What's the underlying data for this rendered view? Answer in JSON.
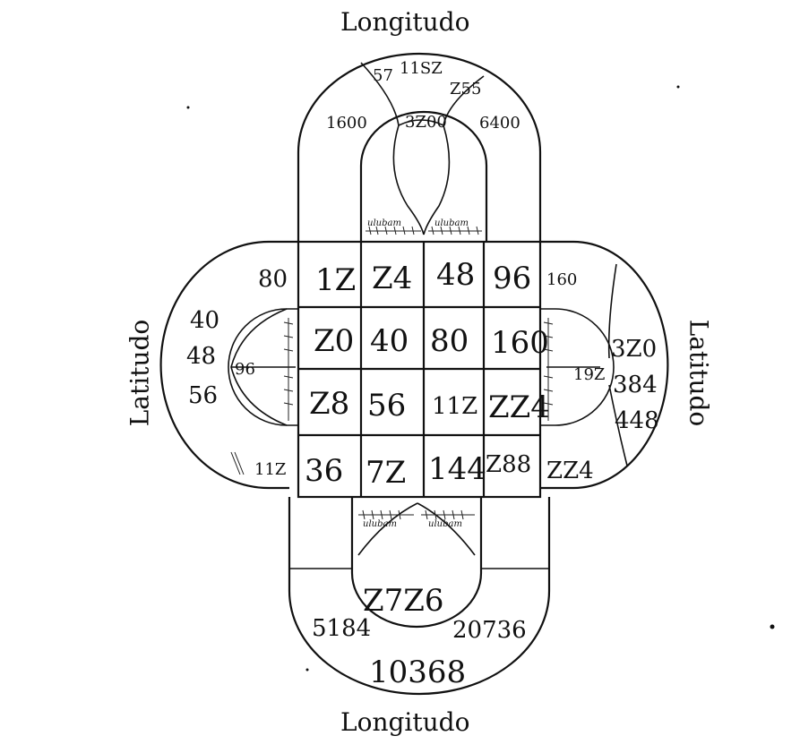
{
  "labels": {
    "top": "Longitudo",
    "bottom": "Longitudo",
    "left": "Latitudo",
    "right": "Latitudo"
  },
  "grid": [
    [
      "1Z",
      "Z4",
      "48",
      "96"
    ],
    [
      "Z0",
      "40",
      "80",
      "160"
    ],
    [
      "Z8",
      "56",
      "11Z",
      "ZZ4"
    ],
    [
      "36",
      "7Z",
      "144",
      "Z88"
    ]
  ],
  "top_arch": {
    "left": "1600",
    "right": "6400",
    "inner": "3Z00",
    "top": "11SZ",
    "top_left": "57",
    "top_mark": "Z55"
  },
  "left_arch": {
    "row1": "80",
    "v1": "40",
    "v2": "48",
    "v3": "56",
    "inner": "96",
    "row4": "11Z"
  },
  "right_arch": {
    "row1": "160",
    "v1": "3Z0",
    "v2": "384",
    "v3": "448",
    "inner": "19Z",
    "row4": "ZZ4"
  },
  "bottom_arch": {
    "inner": "Z7Z6",
    "left": "5184",
    "right": "20736",
    "bottom": "10368"
  },
  "annotations": {
    "top_left_gloss": "ulubam",
    "top_right_gloss": "ulubam",
    "bottom_left_gloss": "ulubam",
    "bottom_right_gloss": "ulubam"
  }
}
